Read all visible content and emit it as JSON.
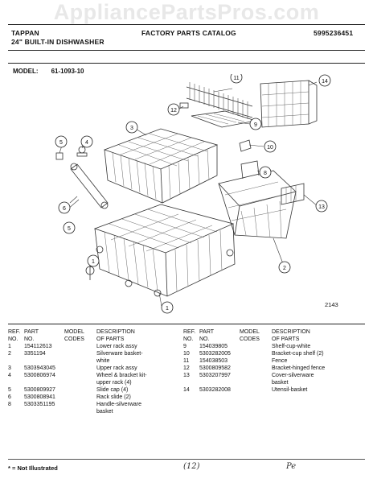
{
  "watermark": "AppliancePartsPros.com",
  "header": {
    "brand": "TAPPAN",
    "product": "24\" BUILT-IN DISHWASHER",
    "catalog": "FACTORY PARTS CATALOG",
    "catalog_number": "5995236451"
  },
  "model": {
    "label": "MODEL:",
    "value": "61-1093-10"
  },
  "diagram": {
    "code": "2143",
    "callouts": [
      "1",
      "2",
      "3",
      "4",
      "5",
      "6",
      "8",
      "9",
      "10",
      "11",
      "12",
      "13",
      "14"
    ]
  },
  "table": {
    "headers": {
      "ref": [
        "REF.",
        "NO."
      ],
      "part": [
        "PART",
        "NO."
      ],
      "codes": [
        "MODEL",
        "CODES"
      ],
      "desc": [
        "DESCRIPTION",
        "OF PARTS"
      ]
    },
    "left_rows": [
      {
        "ref": "1",
        "part": "154112613",
        "codes": "",
        "desc": [
          "Lower rack assy"
        ]
      },
      {
        "ref": "2",
        "part": "3351194",
        "codes": "",
        "desc": [
          "Silverware basket-",
          "white"
        ]
      },
      {
        "ref": "3",
        "part": "5303943045",
        "codes": "",
        "desc": [
          "Upper rack assy"
        ]
      },
      {
        "ref": "4",
        "part": "5300806974",
        "codes": "",
        "desc": [
          "Wheel & bracket kit-",
          "upper rack (4)"
        ]
      },
      {
        "ref": "5",
        "part": "5300809927",
        "codes": "",
        "desc": [
          "Slide cap (4)"
        ]
      },
      {
        "ref": "6",
        "part": "5300808941",
        "codes": "",
        "desc": [
          "Rack slide (2)"
        ]
      },
      {
        "ref": "8",
        "part": "5303351195",
        "codes": "",
        "desc": [
          "Handle-silverware",
          "basket"
        ]
      }
    ],
    "right_rows": [
      {
        "ref": "9",
        "part": "154039805",
        "codes": "",
        "desc": [
          "Shelf-cup-white"
        ]
      },
      {
        "ref": "10",
        "part": "5303282005",
        "codes": "",
        "desc": [
          "Bracket-cup shelf (2)"
        ]
      },
      {
        "ref": "11",
        "part": "154038503",
        "codes": "",
        "desc": [
          "Fence"
        ]
      },
      {
        "ref": "12",
        "part": "5300809582",
        "codes": "",
        "desc": [
          "Bracket-hinged fence"
        ]
      },
      {
        "ref": "13",
        "part": "5303207997",
        "codes": "",
        "desc": [
          "Cover-silverware",
          "basket"
        ]
      },
      {
        "ref": "14",
        "part": "5303282008",
        "codes": "",
        "desc": [
          "Utensil-basket"
        ]
      }
    ]
  },
  "footnote": "* = Not Illustrated",
  "handwriting": {
    "page": "(12)",
    "note": "Pe"
  }
}
